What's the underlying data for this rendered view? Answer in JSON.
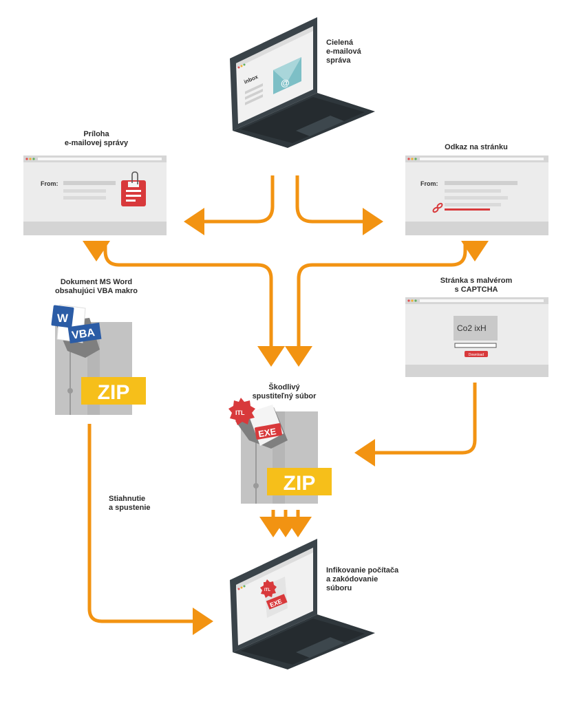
{
  "labels": {
    "targeted_email": "Cielená\ne-mailová\nspráva",
    "attachment": "Príloha\ne-mailovej správy",
    "link": "Odkaz na stránku",
    "word_doc": "Dokument MS Word\nobsahujúci VBA makro",
    "malware_page": "Stránka s malvérom\ns CAPTCHA",
    "exe_file": "Škodlivý\nspustiteľný súbor",
    "download_run": "Stiahnutie\na spustenie",
    "infection": "Infikovanie počítača\na zakódovanie\nsúboru"
  },
  "screen_text": {
    "inbox": "inbox",
    "at_sign": "@",
    "from": "From:",
    "captcha_code": "Co2 ixH",
    "download_btn": "Download",
    "word_letter": "W",
    "vba": "VBA",
    "zip": "ZIP",
    "exe": "EXE",
    "itl": "ITL"
  },
  "colors": {
    "arrow": "#f29312",
    "laptop_dark": "#3a4349",
    "window_gray": "#ececec",
    "zip_yellow": "#f6bf1a",
    "red": "#e03a3a",
    "word_blue": "#2b5ca6"
  }
}
